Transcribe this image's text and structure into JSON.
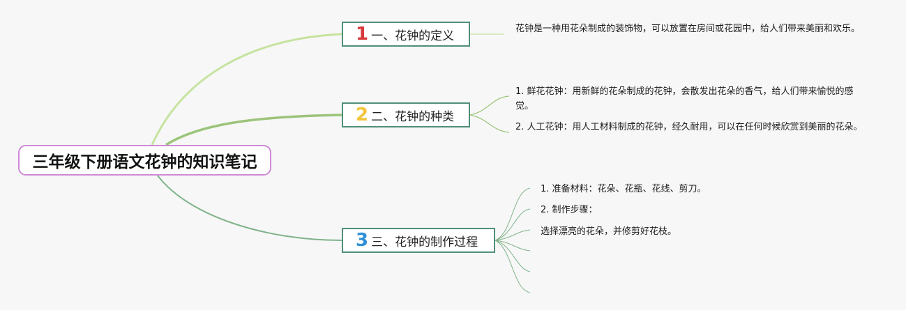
{
  "root": {
    "label": "三年级下册语文花钟的知识笔记"
  },
  "branches": [
    {
      "number": "1",
      "number_color": "#d83a3a",
      "label": "一、花钟的定义"
    },
    {
      "number": "2",
      "number_color": "#f2c43a",
      "label": "二、花钟的种类"
    },
    {
      "number": "3",
      "number_color": "#2f8fd8",
      "label": "三、花钟的制作过程"
    }
  ],
  "details": {
    "definition": "花钟是一种用花朵制成的装饰物，可以放置在房间或花园中，给人们带来美丽和欢乐。",
    "types": [
      "1. 鲜花花钟：用新鲜的花朵制成的花钟，会散发出花朵的香气，给人们带来愉悦的感觉。",
      "2. 人工花钟：用人工材料制成的花钟，经久耐用，可以在任何时候欣赏到美丽的花朵。"
    ],
    "process": [
      "1. 准备材料：花朵、花瓶、花线、剪刀。",
      "2. 制作步骤：",
      "选择漂亮的花朵，并修剪好花枝。"
    ]
  },
  "colors": {
    "link_1": "#c6e3a0",
    "link_2": "#9cc47a",
    "link_3": "#7fb48a",
    "root_border": "#d08ad6",
    "branch_border": "#4f8f7a"
  }
}
